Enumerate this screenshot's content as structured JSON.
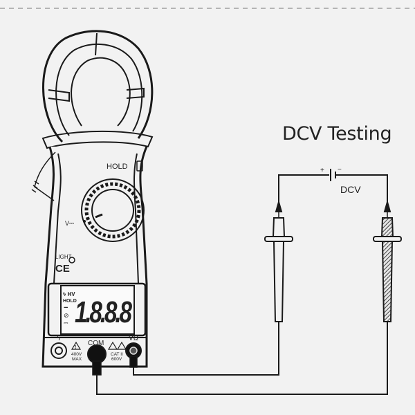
{
  "diagram": {
    "title": "DCV Testing",
    "source_label": "DCV",
    "battery_plus": "+",
    "battery_minus": "−"
  },
  "meter": {
    "hold_label": "HOLD",
    "dial_label": "V⎓",
    "light_label": "LIGHT",
    "ce_mark": "CE",
    "display_digits": "1.8.8.8",
    "lcd_icon_hv": "ϟ HV",
    "lcd_icon_hold": "HOLD",
    "lcd_icon_minus": "−",
    "lcd_icon_apo": "⊘",
    "lcd_icon_battery": "⎓",
    "jack_com_label": "COM",
    "jack_v_label": "VΩ",
    "rating_left_top": "400V",
    "rating_left_bottom": "MAX",
    "rating_right_top": "CAT II",
    "rating_right_bottom": "600V",
    "lightning_symbol": "ϟ",
    "warning_symbol": "!"
  },
  "colors": {
    "background": "#f2f2f2",
    "line": "#1a1a1a",
    "lead_fill": "#d9d9d9"
  }
}
